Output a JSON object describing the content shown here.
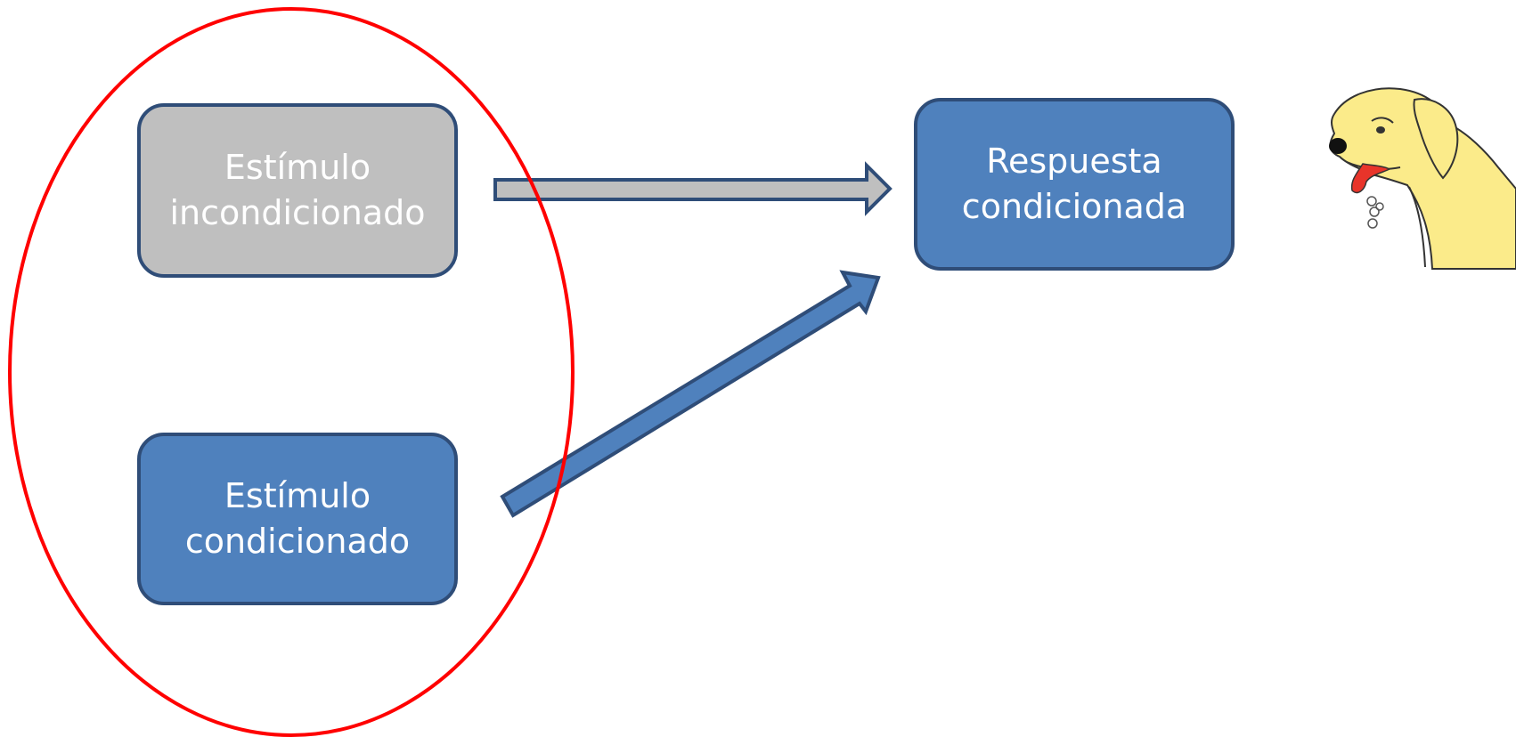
{
  "diagram": {
    "nodes": {
      "unconditioned_stimulus": {
        "line1": "Estímulo",
        "line2": "incondicionado"
      },
      "conditioned_stimulus": {
        "line1": "Estímulo",
        "line2": "condicionado"
      },
      "conditioned_response": {
        "line1": "Respuesta",
        "line2": "condicionada"
      }
    },
    "edges": [
      {
        "from": "unconditioned_stimulus",
        "to": "conditioned_response",
        "style": "gray-arrow"
      },
      {
        "from": "conditioned_stimulus",
        "to": "conditioned_response",
        "style": "blue-arrow"
      }
    ],
    "highlight": {
      "shape": "ellipse",
      "color": "#ff0000",
      "encloses": [
        "unconditioned_stimulus",
        "conditioned_stimulus"
      ]
    },
    "illustration": "salivating-dog-icon",
    "colors": {
      "gray_box": "#bfbfbf",
      "blue_box": "#4f81bd",
      "box_border": "#2f4d78",
      "ellipse": "#ff0000",
      "dog_fill": "#fbeb8a",
      "tongue": "#e8342a"
    }
  }
}
